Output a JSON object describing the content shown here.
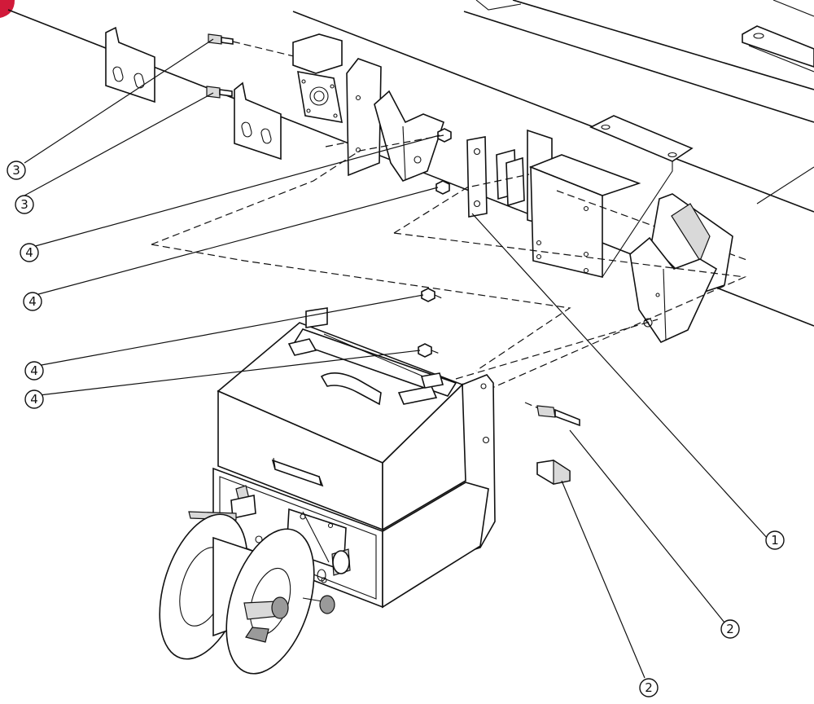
{
  "diagram": {
    "type": "exploded-assembly-drawing",
    "callouts": [
      {
        "id": "callout-3a",
        "label": "3"
      },
      {
        "id": "callout-3b",
        "label": "3"
      },
      {
        "id": "callout-4a",
        "label": "4"
      },
      {
        "id": "callout-4b",
        "label": "4"
      },
      {
        "id": "callout-4c",
        "label": "4"
      },
      {
        "id": "callout-4d",
        "label": "4"
      },
      {
        "id": "callout-1",
        "label": "1"
      },
      {
        "id": "callout-2a",
        "label": "2"
      },
      {
        "id": "callout-2b",
        "label": "2"
      }
    ]
  }
}
